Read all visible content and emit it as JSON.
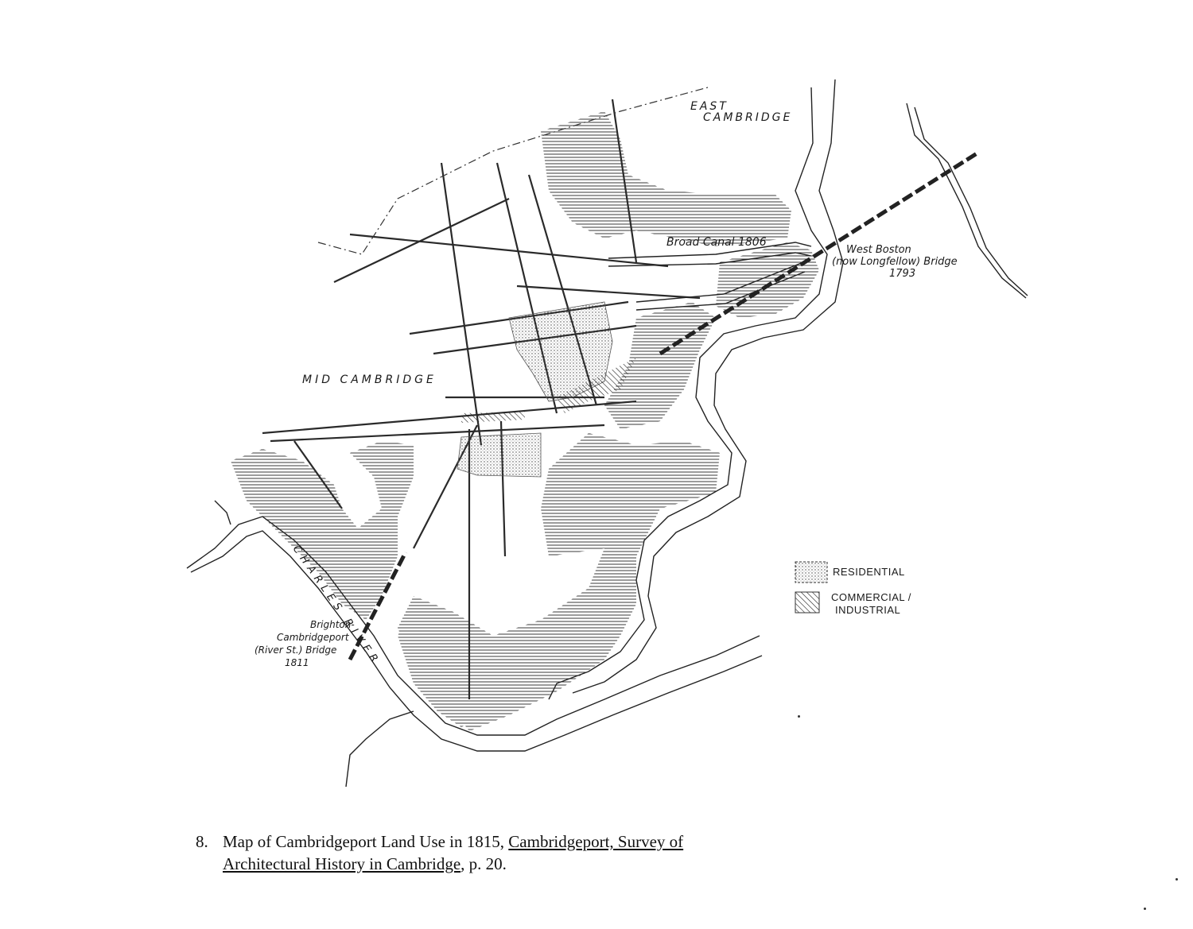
{
  "map": {
    "labels": {
      "east_cambridge_1": "EAST",
      "east_cambridge_2": "CAMBRIDGE",
      "mid_cambridge": "MID CAMBRIDGE",
      "broad_canal": "Broad Canal 1806",
      "west_boston_1": "West Boston",
      "west_boston_2": "(now Longfellow) Bridge",
      "west_boston_3": "1793",
      "brighton_1": "Brighton-",
      "brighton_2": "Cambridgeport",
      "brighton_3": "(River St.) Bridge",
      "brighton_4": "1811",
      "charles_river": "CHARLES RIVER"
    },
    "legend": {
      "residential": "RESIDENTIAL",
      "commercial_1": "COMMERCIAL /",
      "commercial_2": "INDUSTRIAL"
    }
  },
  "caption": {
    "number": "8.",
    "text_plain": "Map of Cambridgeport Land Use in 1815,",
    "source_part1": "Cambridgeport, Survey of",
    "source_part2": "Architectural History in Cambridge",
    "page_ref": ", p. 20."
  }
}
